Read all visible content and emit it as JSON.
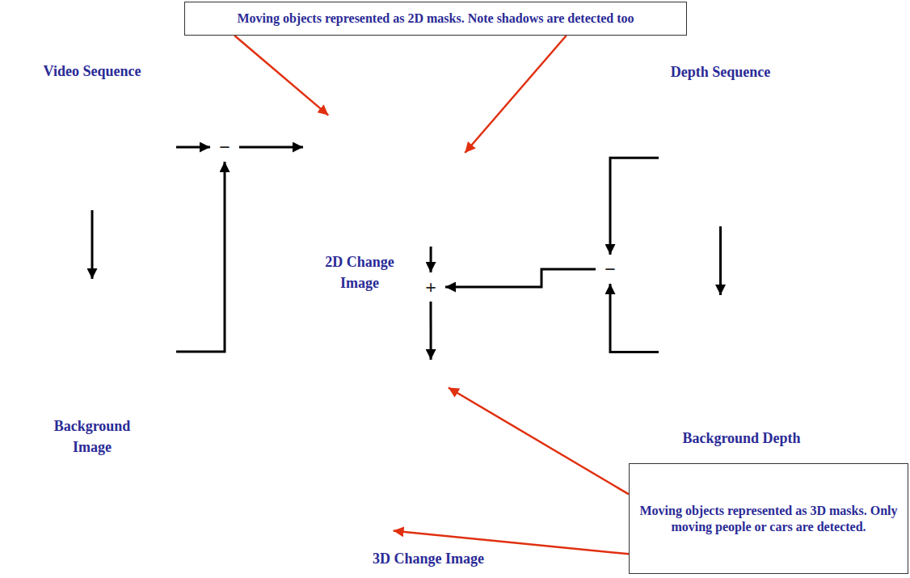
{
  "diagram": {
    "nodes": [
      {
        "text": [
          "Moving objects represented as 2D masks. Note shadows are detected too"
        ]
      },
      {
        "text": [
          "Video Sequence"
        ]
      },
      {
        "text": [
          "−"
        ]
      },
      {
        "text": [
          "2D Change Image"
        ]
      },
      {
        "text": [
          "Depth Sequence"
        ]
      },
      {
        "text": [
          "Background Image"
        ]
      },
      {
        "text": [
          "+"
        ]
      },
      {
        "text": [
          "−"
        ]
      },
      {
        "text": [
          "Background Depth"
        ]
      },
      {
        "text": [
          "3D Change Image"
        ]
      },
      {
        "text": [
          "Moving objects represented as 3D masks. Only moving people or cars are detected."
        ]
      }
    ],
    "edges": [
      {
        "from": 1,
        "to": 2,
        "arrow": "to"
      },
      {
        "from": 1,
        "to": 5,
        "arrow": "to"
      },
      {
        "from": 5,
        "to": 2,
        "arrow": "to"
      },
      {
        "from": 2,
        "to": 3,
        "arrow": "to"
      },
      {
        "from": 3,
        "to": 6,
        "arrow": "to"
      },
      {
        "from": 4,
        "to": 7,
        "arrow": "to"
      },
      {
        "from": 4,
        "to": 8,
        "arrow": "to"
      },
      {
        "from": 8,
        "to": 7,
        "arrow": "to"
      },
      {
        "from": 7,
        "to": 6,
        "arrow": "to"
      },
      {
        "from": 6,
        "to": 9,
        "arrow": "to"
      },
      {
        "from": 0,
        "to": 3,
        "arrow": "to"
      },
      {
        "from": 0,
        "to": 3,
        "arrow": "to"
      },
      {
        "from": 10,
        "to": 9,
        "arrow": "to"
      },
      {
        "from": 10,
        "to": 9,
        "arrow": "to"
      }
    ]
  }
}
